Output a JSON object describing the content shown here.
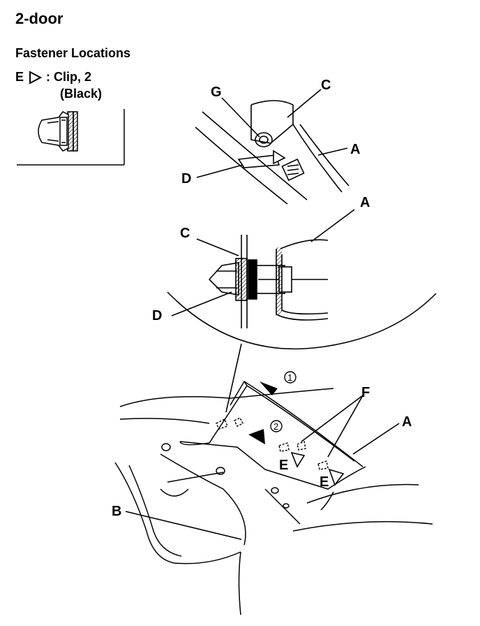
{
  "header": {
    "title": "2-door",
    "subtitle": "Fastener Locations"
  },
  "legend": {
    "letter": "E",
    "text": ": Clip, 2",
    "color_note": "(Black)"
  },
  "labels": {
    "a": "A",
    "b": "B",
    "c": "C",
    "d": "D",
    "e": "E",
    "f": "F",
    "g": "G",
    "step1": "1",
    "step2": "2"
  },
  "icons": [
    "triangle-outline-icon",
    "circled-number-icon",
    "arrow-icon"
  ]
}
